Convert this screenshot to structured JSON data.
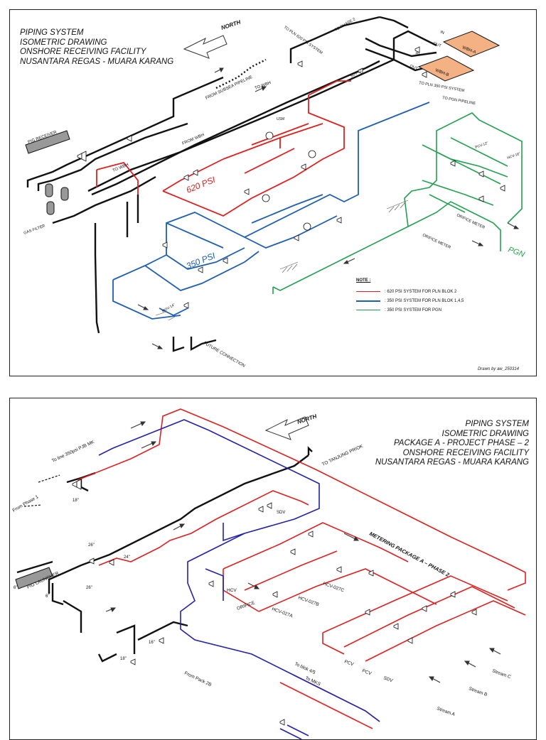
{
  "sheet1": {
    "title_lines": [
      "PIPING SYSTEM",
      "ISOMETRIC DRAWING",
      "ONSHORE RECEIVING FACILITY",
      "NUSANTARA REGAS - MUARA KARANG"
    ],
    "north": "NORTH",
    "drawn_by": "Drawn by aw_250314",
    "labels": {
      "pig_receiver": "PIG RECEIVER",
      "gas_filter": "GAS FILTER",
      "from_subsea": "FROM SUBSEA PIPELINE",
      "to_wbh_top": "TO WBH",
      "from_wbh": "FROM WBH",
      "to_wbh_left": "TO WBH",
      "to_pln_620": "TO PLN 620 PSI SYSTEM",
      "to_phase2": "TO PHASE 2",
      "to_pln_350": "TO PLN 350 PSI SYSTEM",
      "to_pgn_pipeline": "TO PGN PIPELINE",
      "wbh_a": "WBH-A",
      "wbh_b": "WBH-B",
      "in_a": "IN",
      "out_a": "OUT",
      "in_b": "IN",
      "out_b": "OUT",
      "psi620": "620 PSI",
      "psi350": "350 PSI",
      "pgn": "PGN",
      "orifice_meter_1": "ORIFICE METER",
      "orifice_meter_2": "ORIFICE METER",
      "future": "FUTURE CONNECTION",
      "usm": "USM",
      "pcv12": "PCV-12\"",
      "hcv16": "HCV-16\"",
      "sdv": "SDV-12\"",
      "mov": "MOV-14\""
    },
    "note": {
      "title": "NOTE :",
      "items": [
        {
          "text": ": 620 PSI SYSTEM FOR PLN BLOK 2",
          "color": "#e02020"
        },
        {
          "text": ": 350 PSI SYSTEM FOR PLN BLOK 1,4,5",
          "color": "#1f5fb0"
        },
        {
          "text": ": 350 PSI SYSTEM FOR PGN",
          "color": "#22a050"
        }
      ]
    }
  },
  "sheet2": {
    "title_lines": [
      "PIPING SYSTEM",
      "ISOMETRIC DRAWING",
      "PACKAGE A - PROJECT PHASE – 2",
      "ONSHORE RECEIVING FACILITY",
      "NUSANTARA REGAS - MUARA KARANG"
    ],
    "north": "NORTH",
    "labels": {
      "to_line": "To line 350psi PJB MK",
      "from_phase1": "From Phase 1",
      "d18a": "18\"",
      "to_tanjung": "TO TANJUNG PRIOK",
      "sdv": "SDV",
      "metering": "METERING PACKAGE A – PHASE 2",
      "pig_launcher": "PIG LAUNCHER",
      "d26a": "26\"",
      "d26b": "26\"",
      "d24": "24\"",
      "d6a": "6\"",
      "d6b": "6\"",
      "d16": "16\"",
      "d18b": "18\"",
      "hcv": "HCV",
      "orifice": "ORIFICE",
      "hcv027c": "HCV-027C",
      "hcv027b": "HCV-027B",
      "hcv027a": "HCV-027A",
      "pcv1": "PCV",
      "pcv2": "PCV",
      "sdv2": "SDV",
      "stream_a": "Stream A",
      "stream_b": "Stream B",
      "stream_c": "Stream C",
      "to_blok": "To blok 4/5",
      "to_mks": "To MKS",
      "from_pack2b": "From Pack 2B"
    }
  },
  "colors": {
    "red": "#e02020",
    "blue": "#1f5fb0",
    "green": "#22a050",
    "navy": "#2222aa",
    "black": "#111111",
    "wbh_fill": "#f4b183"
  }
}
